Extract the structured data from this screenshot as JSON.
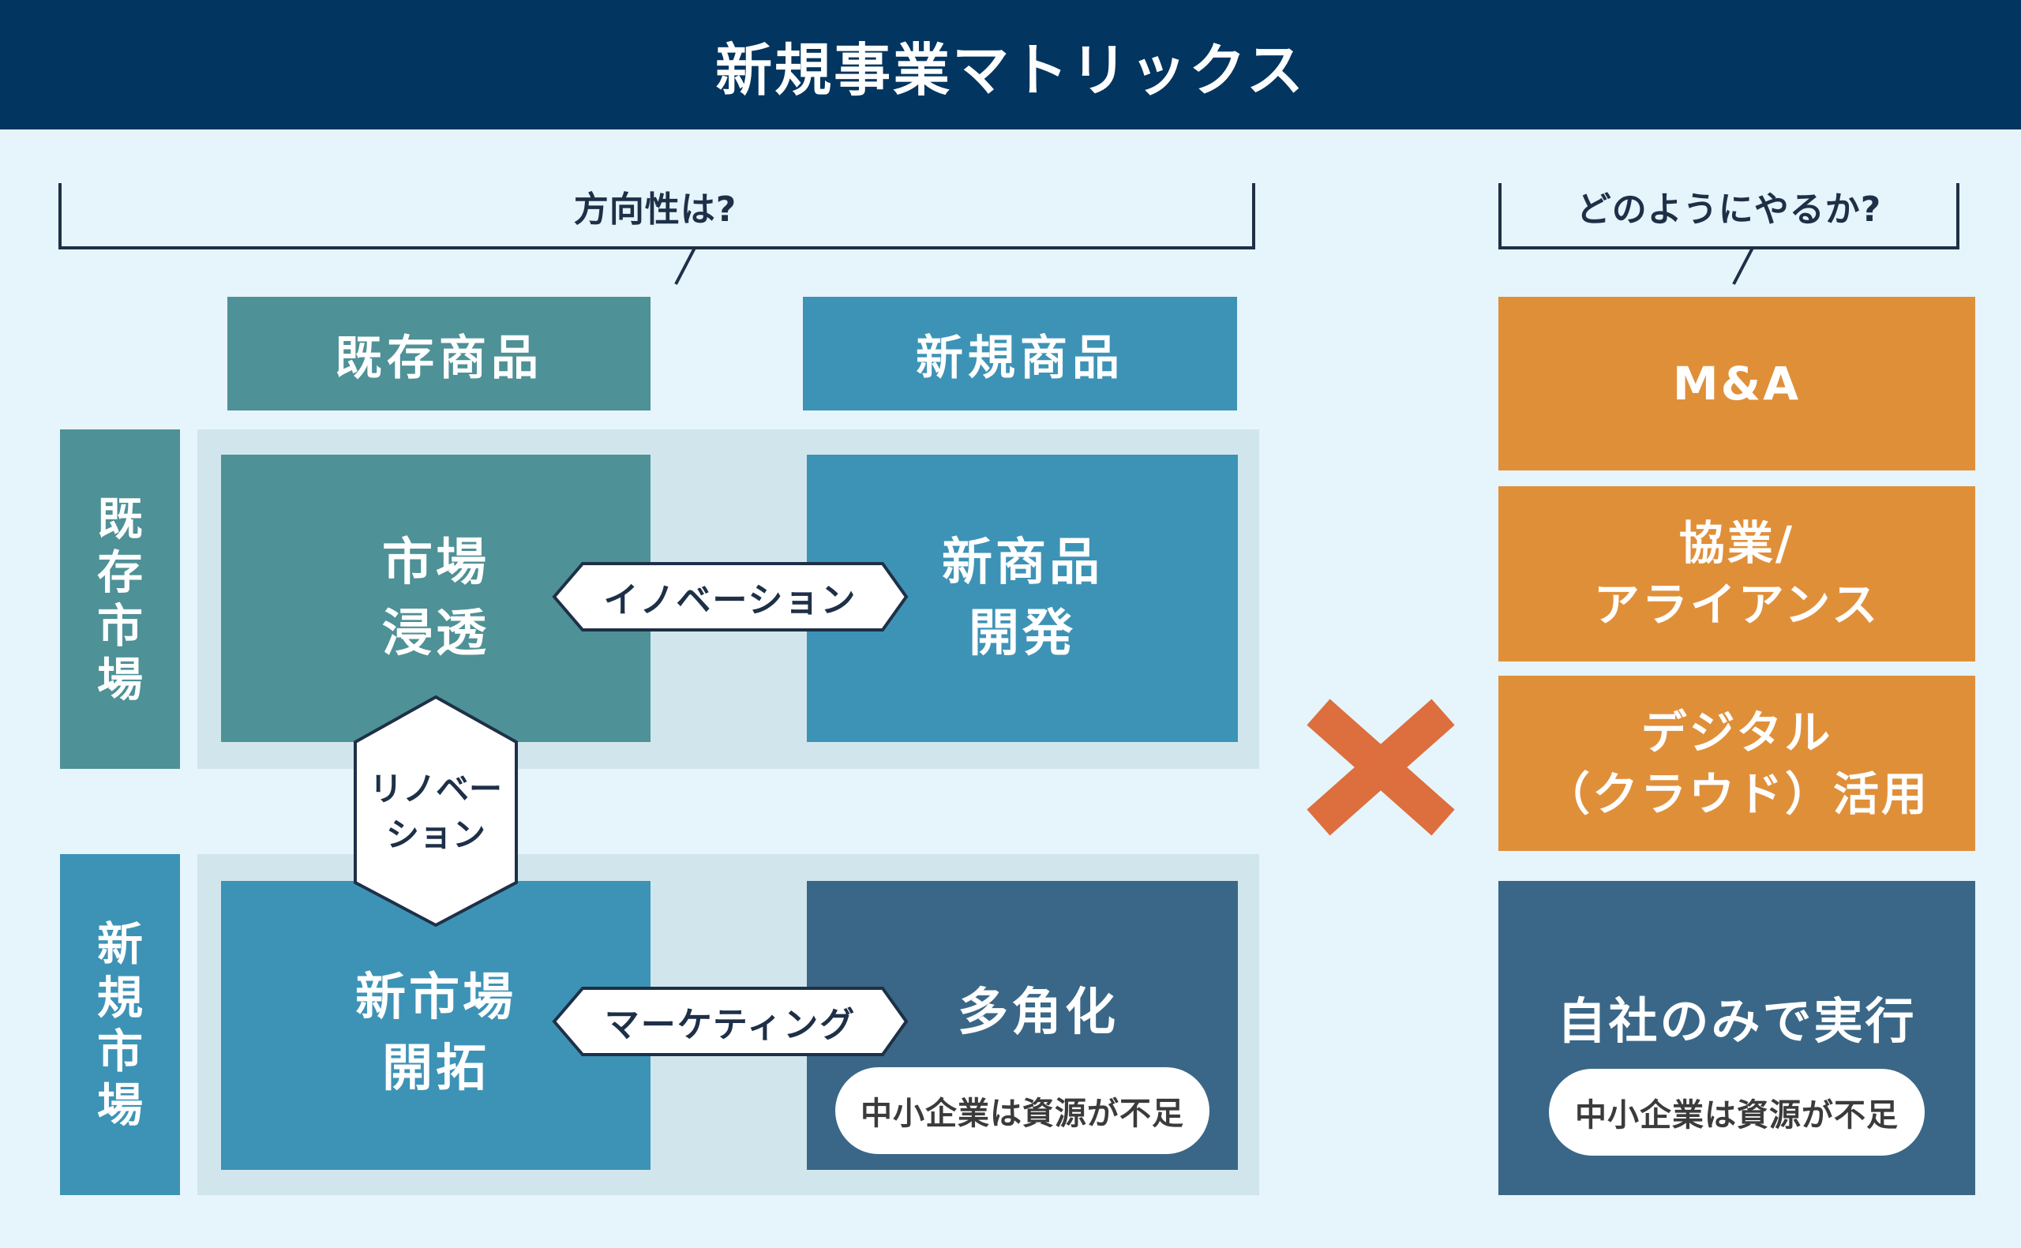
{
  "title": "新規事業マトリックス",
  "direction_question": "方向性は?",
  "method_question": "どのようにやるか?",
  "column_headers": [
    "既存商品",
    "新規商品"
  ],
  "row_headers": [
    "既存市場",
    "新規市場"
  ],
  "cells": {
    "market_penetration": "市場\n浸透",
    "new_product_development": "新商品\n開発",
    "new_market_development": "新市場\n開拓",
    "diversification": "多角化"
  },
  "connectors": {
    "innovation": "イノベーション",
    "renovation": "リノベー\nション",
    "marketing": "マーケティング"
  },
  "cross_symbol": "×",
  "methods": [
    "M&A",
    "協業/\nアライアンス",
    "デジタル\n（クラウド）活用",
    "自社のみで実行"
  ],
  "resource_note": "中小企業は資源が不足",
  "colors": {
    "title_bar": "#02355F",
    "background": "#E6F4FB",
    "existing_teal": "#4E9197",
    "new_blue": "#3D93B6",
    "diversification_navy": "#3A6787",
    "method_orange": "#E08F39",
    "cross": "#DD6E3D",
    "quadrant_band": "#D1E6EC"
  }
}
